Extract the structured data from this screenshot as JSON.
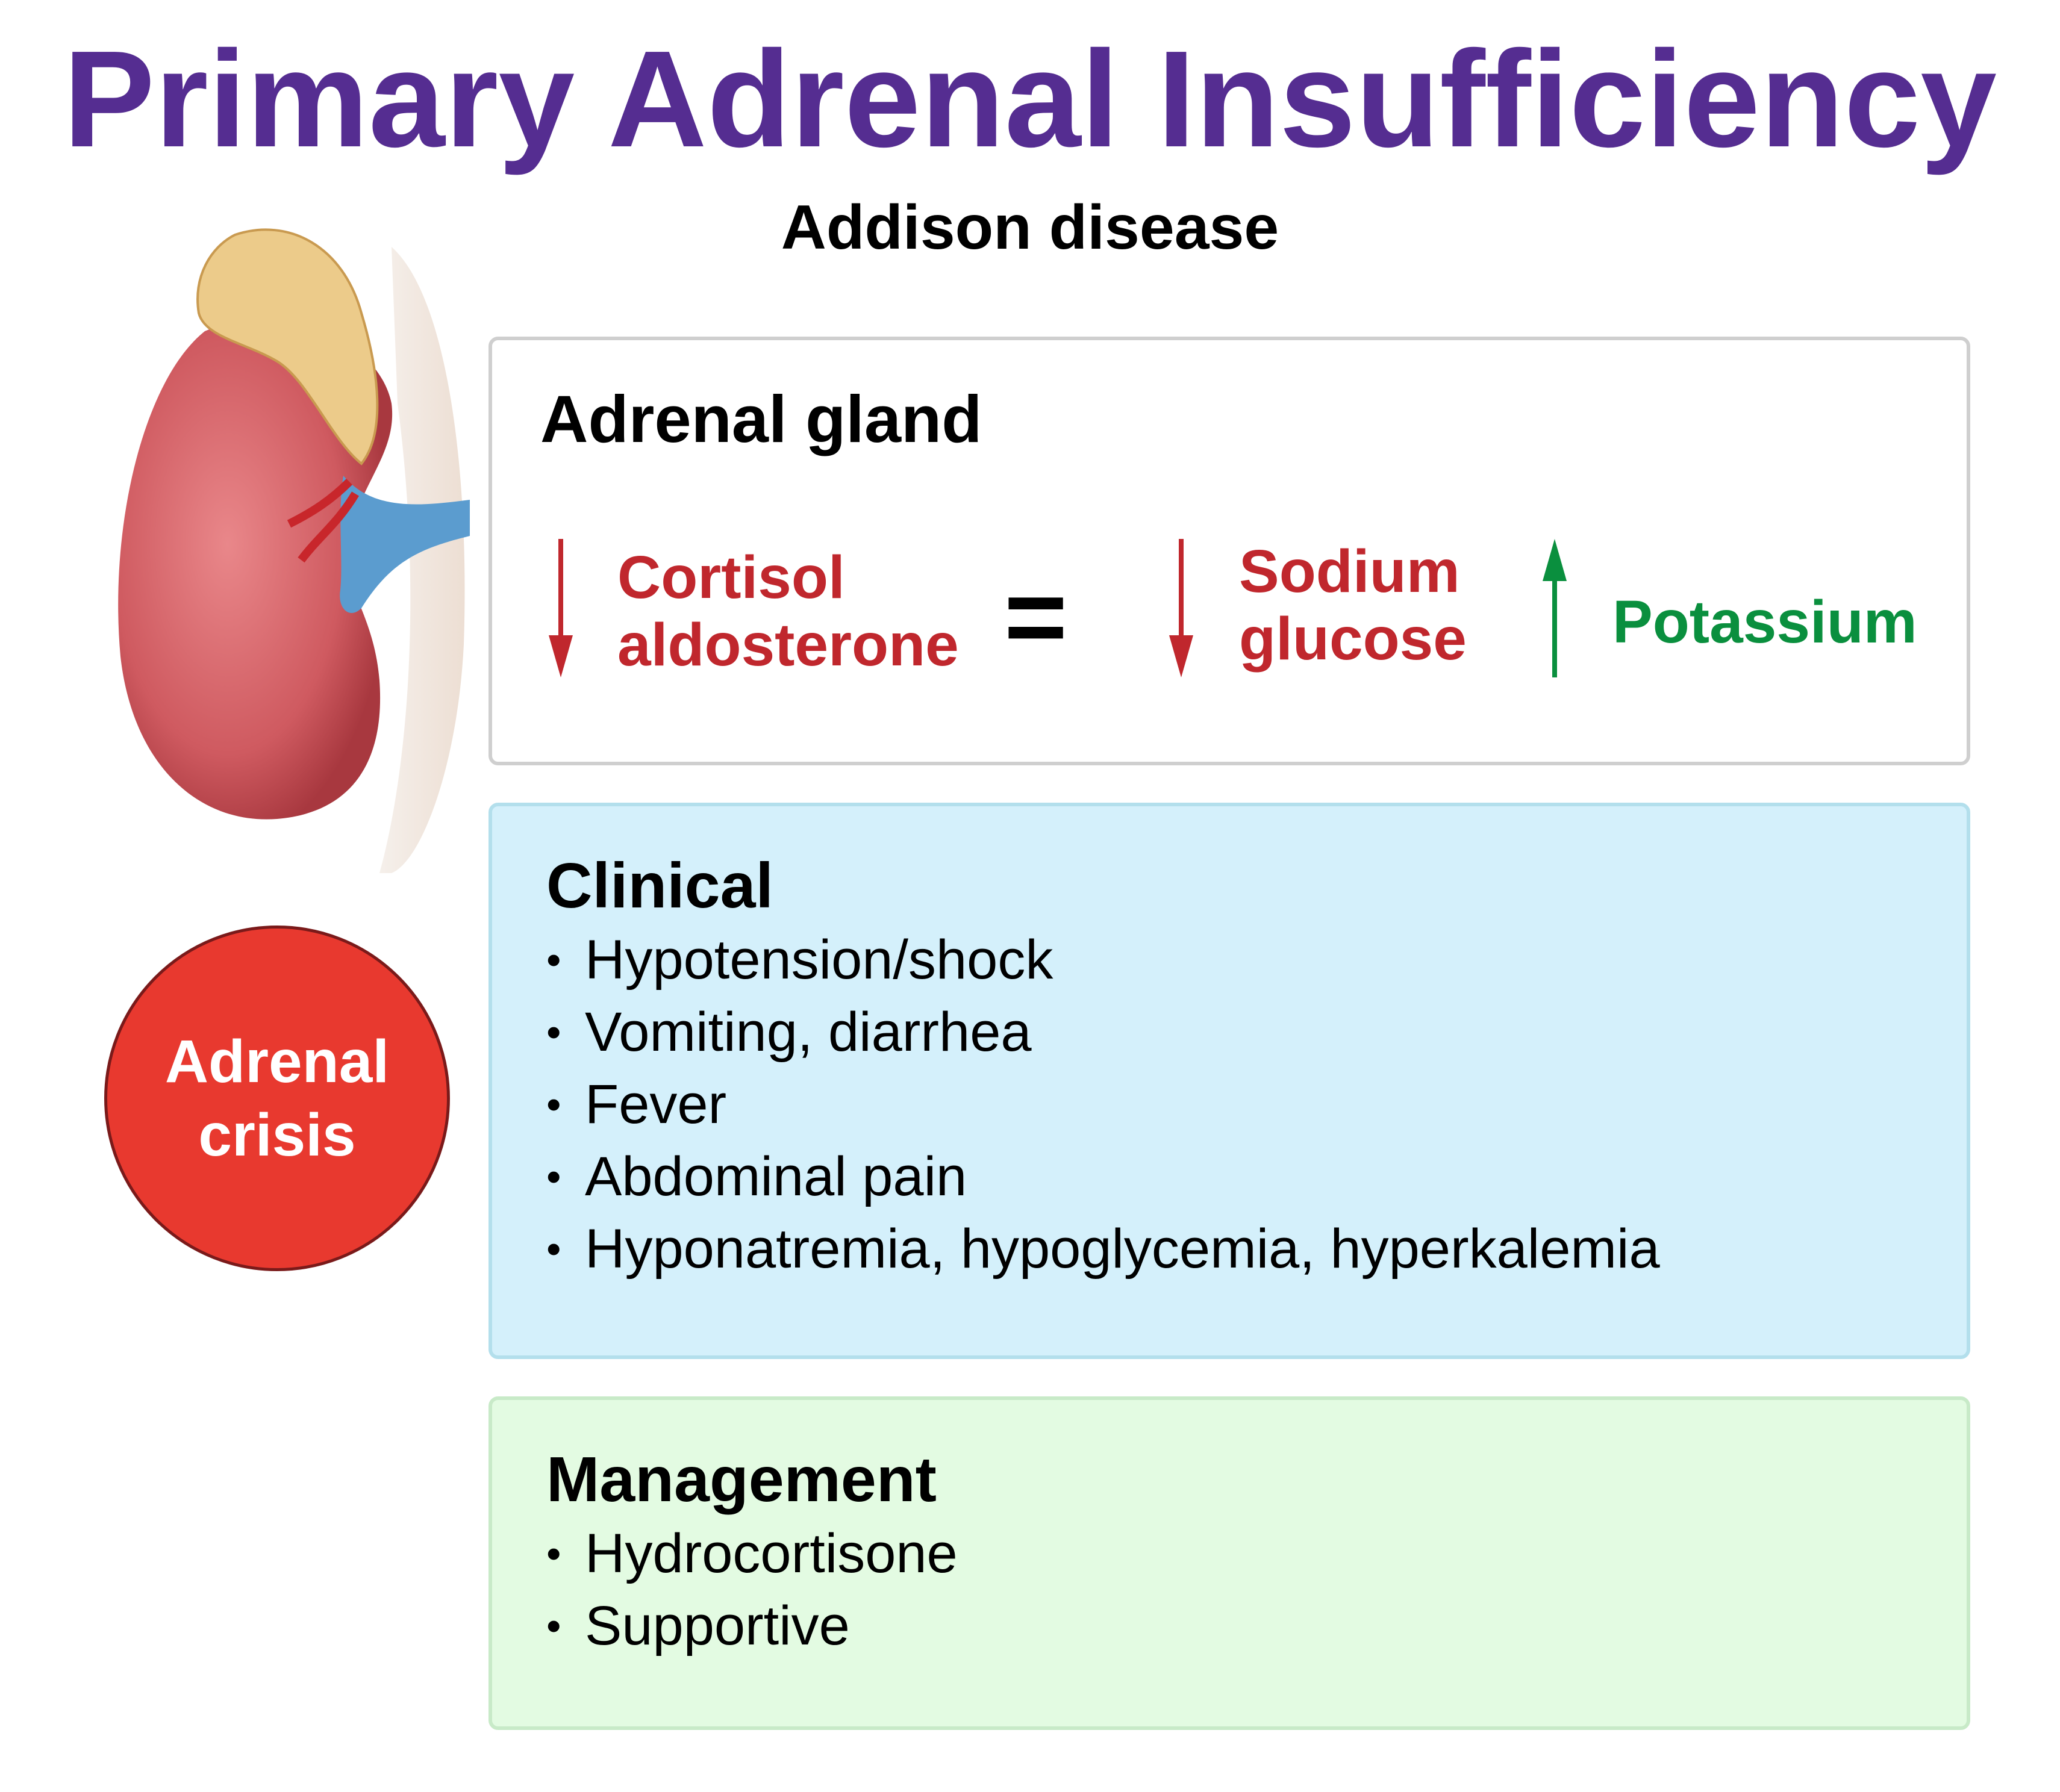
{
  "title": "Primary Adrenal Insufficiency",
  "subtitle": "Addison disease",
  "adrenal_box": {
    "heading": "Adrenal gland",
    "decreased_hormones": [
      "Cortisol",
      "aldosterone"
    ],
    "equals": "=",
    "decreased_labs": [
      "Sodium",
      "glucose"
    ],
    "increased_labs": [
      "Potassium"
    ],
    "colors": {
      "decrease": "#c0272d",
      "increase": "#0a8f3e"
    }
  },
  "crisis_badge": {
    "line1": "Adrenal",
    "line2": "crisis",
    "color": "#e8392f"
  },
  "clinical": {
    "heading": "Clinical",
    "items": [
      "Hypotension/shock",
      "Vomiting, diarrhea",
      "Fever",
      "Abdominal pain",
      "Hyponatremia, hypoglycemia, hyperkalemia"
    ]
  },
  "management": {
    "heading": "Management",
    "items": [
      "Hydrocortisone",
      "Supportive"
    ]
  }
}
